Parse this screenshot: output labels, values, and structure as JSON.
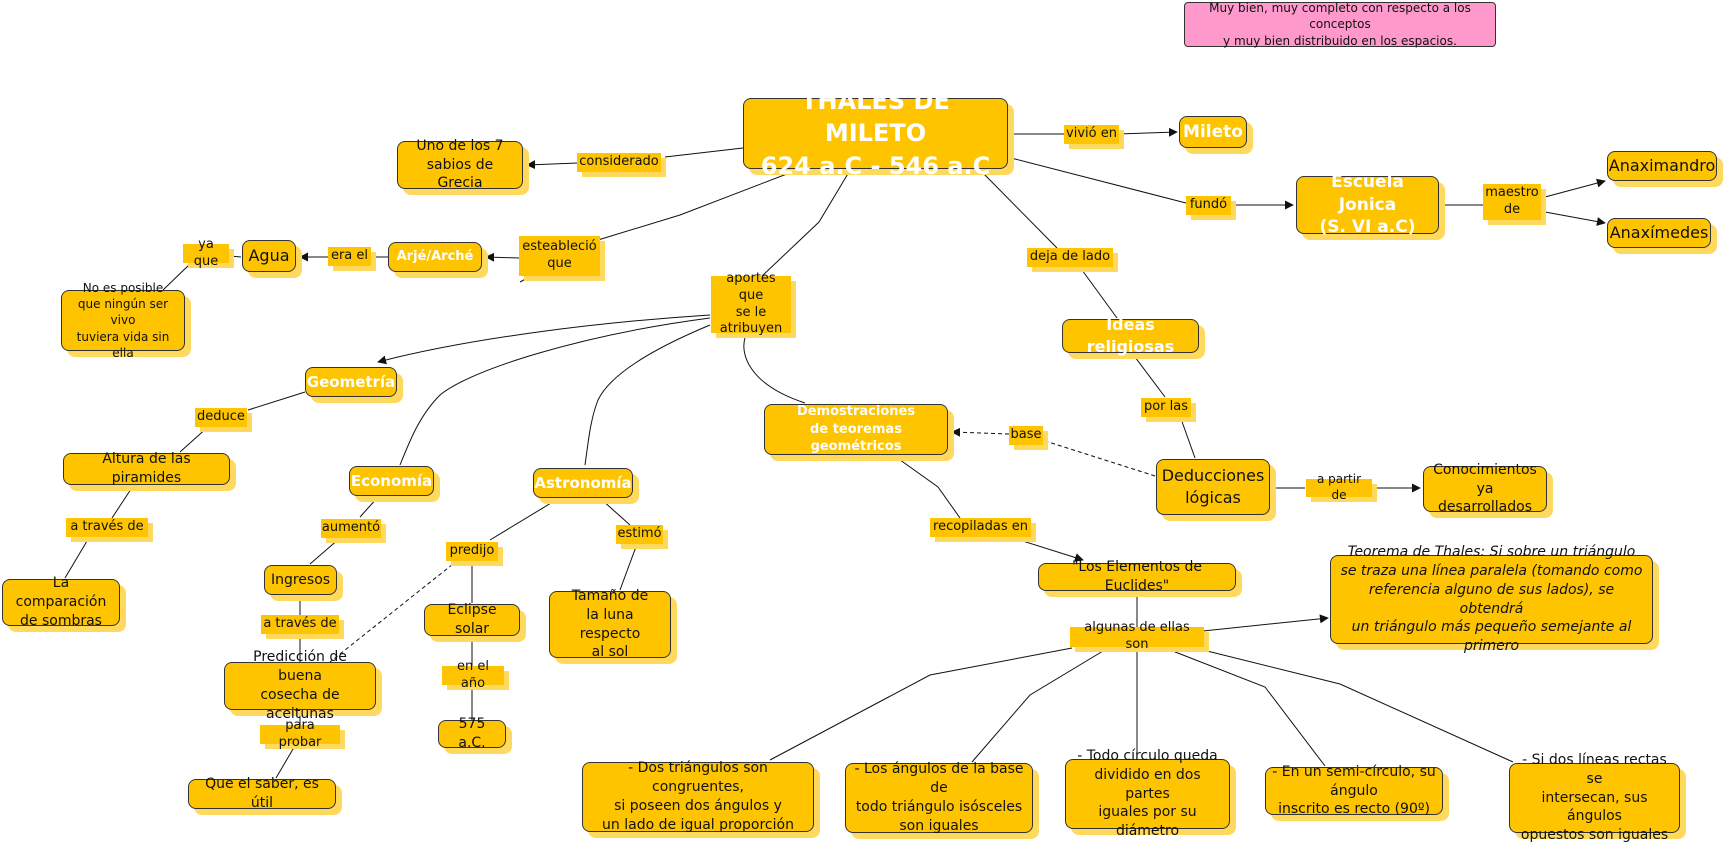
{
  "note": "Muy bien, muy completo con respecto a los conceptos\ny muy bien distribuido en los espacios.",
  "nodes": {
    "thales": "THALES DE MILETO\n624 a.C - 546 a.C",
    "sabios": "Uno de los 7\nsabios de Grecia",
    "mileto": "Mileto",
    "escuela": "Escuela Jonica\n(S. VI a.C)",
    "anaximandro": "Anaximandro",
    "anaximedes": "Anaxímedes",
    "arje": "Arjé/Arché",
    "agua": "Agua",
    "no_posible": "No es posible\nque ningún ser vivo\ntuviera vida sin ella",
    "ideas": "Ideas religiosas",
    "deducciones": "Deducciones\nlógicas",
    "conocimientos": "Conocimientos ya\ndesarrollados",
    "geometria": "Geometría",
    "altura": "Altura de las piramides",
    "comparacion": "La comparación\nde sombras",
    "economia": "Economía",
    "ingresos": "Ingresos",
    "prediccion": "Predicción de buena\ncosecha de aceitunas",
    "saber": "Que el saber, es útil",
    "astronomia": "Astronomía",
    "eclipse": "Eclipse solar",
    "anio": "575 a.C.",
    "tamano": "Tamaño de\nla luna respecto\nal sol",
    "demostraciones": "Demostraciones\nde teoremas geométricos",
    "elementos": "\"Los Elementos de Euclides\"",
    "teorema": "Teorema de Thales: Si sobre un triángulo\nse traza una línea paralela (tomando como\nreferencia alguno de sus lados), se obtendrá\nun triángulo más pequeño semejante al primero",
    "t1": "- Dos triángulos son congruentes,\nsi poseen dos ángulos y\nun lado de igual proporción",
    "t2": "- Los ángulos de la base de\ntodo triángulo isósceles\nson iguales",
    "t3": "- Todo círculo queda\ndividido en dos partes\niguales por su diámetro",
    "t4": "- En un semi-círculo, su ángulo\ninscrito es recto (90º)",
    "t5": "- Si dos líneas rectas se\nintersecan, sus ángulos\nopuestos son iguales"
  },
  "labels": {
    "considerado": "considerado",
    "vivio_en": "vivió en",
    "fundo": "fundó",
    "maestro_de": "maestro\nde",
    "esteablecio": "esteableció\nque",
    "era_el": "era el",
    "ya_que": "ya que",
    "deja_de_lado": "deja de lado",
    "aportes": "aportes que\nse le\natribuyen",
    "por_las": "por las",
    "base": "base",
    "a_partir_de": "a partir de",
    "deduce": "deduce",
    "a_traves_de_1": "a través de",
    "aumento": "aumentó",
    "a_traves_de_2": "a través de",
    "para_probar": "para probar",
    "predijo": "predijo",
    "en_el_anio": "en el año",
    "estimo": "estimó",
    "recopiladas_en": "recopiladas en",
    "algunas": "algunas de ellas son"
  },
  "colors": {
    "node_fill": "#ffc400",
    "node_shadow": "#ffd95e",
    "note_fill": "#ff99cc",
    "line": "#111111"
  }
}
